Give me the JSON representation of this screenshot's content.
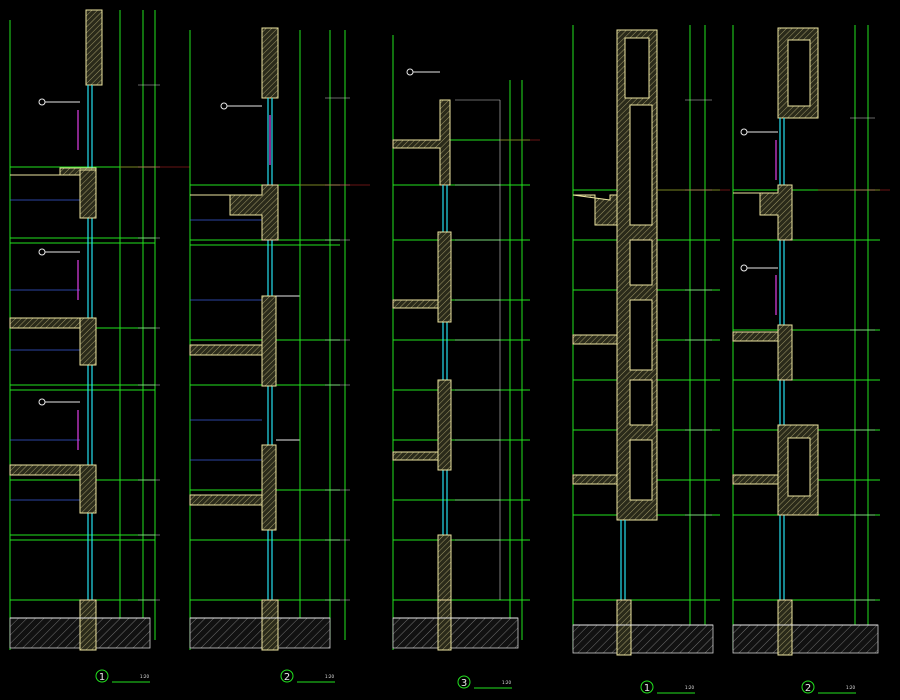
{
  "drawing": {
    "background": "#000000",
    "colors": {
      "dimension_lines": "#22e21e",
      "structure_outline": "#e8e8e8",
      "glazing": "#26e0ef",
      "annotation_magenta": "#e040e8",
      "grid_blue": "#3d5bd8",
      "hatch": "#ece4a0"
    },
    "sections": [
      {
        "id": "s1",
        "number": "1",
        "scale": "1:20"
      },
      {
        "id": "s2",
        "number": "2",
        "scale": "1:20"
      },
      {
        "id": "s3",
        "number": "3",
        "scale": "1:20"
      },
      {
        "id": "s4",
        "number": "1",
        "scale": "1:20"
      },
      {
        "id": "s5",
        "number": "2",
        "scale": "1:20"
      }
    ]
  }
}
